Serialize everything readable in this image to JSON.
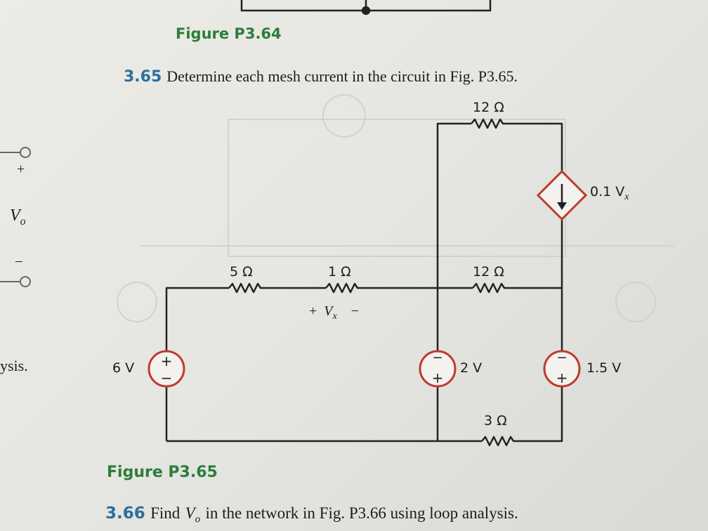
{
  "header_figure": "Figure P3.64",
  "problem_365": {
    "number": "3.65",
    "text": "Determine each mesh current in the circuit in Fig. P3.65."
  },
  "components": {
    "r_top": "12 Ω",
    "r_5": "5 Ω",
    "r_1": "1 Ω",
    "r_mid": "12 Ω",
    "r_bottom": "3 Ω",
    "vx_plus": "+",
    "vx_var": "V",
    "vx_sub": "x",
    "vx_minus": "−",
    "src_6v": "6 V",
    "src_2v": "2 V",
    "src_15v": "1.5 V",
    "dep_label": "0.1 V",
    "dep_sub": "x"
  },
  "figure_caption": "Figure P3.65",
  "problem_366": {
    "number": "3.66",
    "text_a": "Find",
    "var": "V",
    "var_sub": "o",
    "text_b": "in the network in Fig. P3.66 using loop analysis."
  },
  "left_margin": {
    "plus": "+",
    "vo": "V",
    "vo_sub": "o",
    "minus": "–",
    "ysis": "ysis."
  },
  "colors": {
    "ink": "#1c1c1c",
    "accent_red": "#c0392b",
    "figure_green": "#2e7d3a",
    "number_blue": "#2a6fa0"
  }
}
